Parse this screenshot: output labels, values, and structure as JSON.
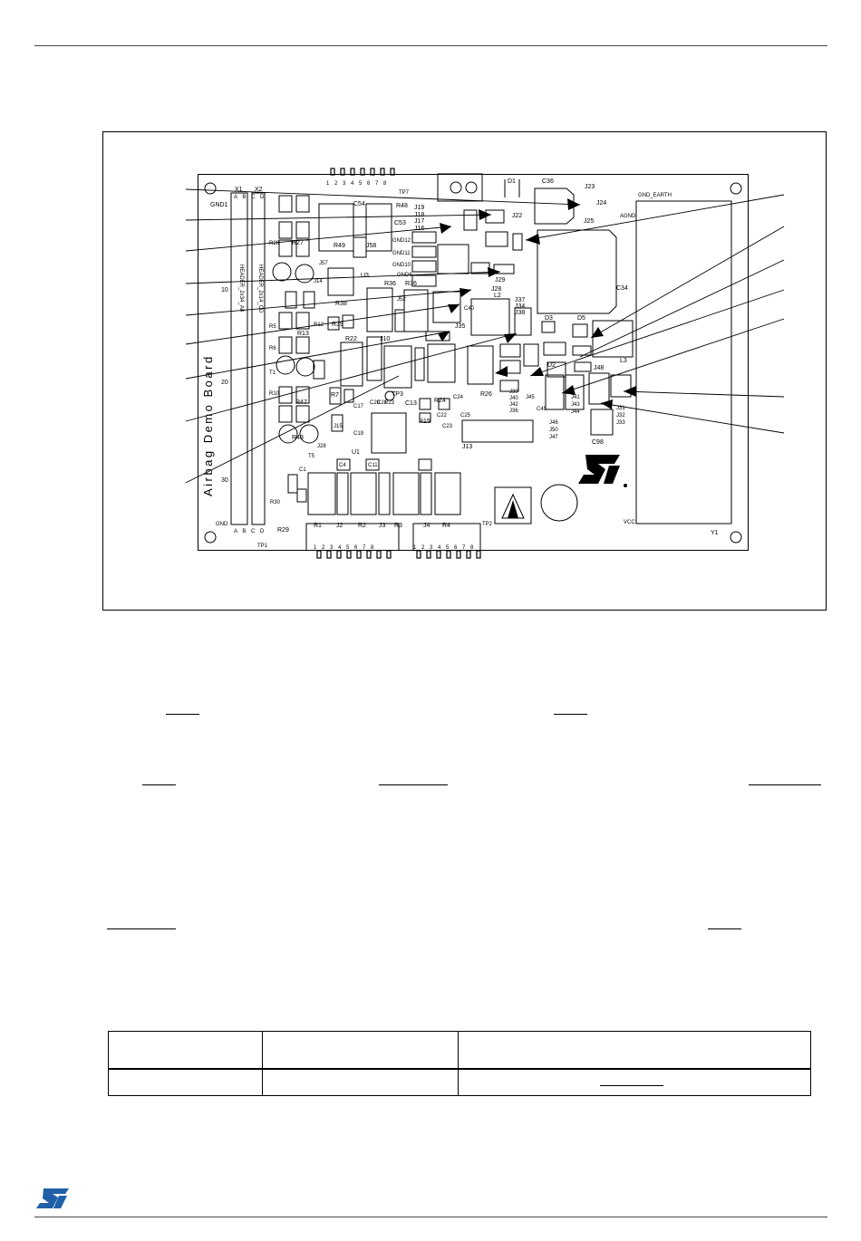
{
  "figure": {
    "board_title": "Airbag Demo Board",
    "labels": [
      {
        "id": "x1",
        "text": "X1"
      },
      {
        "id": "x2",
        "text": "X2"
      },
      {
        "id": "gnd1",
        "text": "GND1"
      },
      {
        "id": "d1",
        "text": "D1"
      },
      {
        "id": "c36",
        "text": "C36"
      },
      {
        "id": "j23",
        "text": "J23"
      },
      {
        "id": "j24",
        "text": "J24"
      },
      {
        "id": "j25",
        "text": "J25"
      },
      {
        "id": "gnd_earth",
        "text": "GND_EARTH"
      },
      {
        "id": "c54",
        "text": "C54"
      },
      {
        "id": "r48",
        "text": "R48"
      },
      {
        "id": "tp7",
        "text": "TP7"
      },
      {
        "id": "j22",
        "text": "J22"
      },
      {
        "id": "j19",
        "text": "J19"
      },
      {
        "id": "j18",
        "text": "J18"
      },
      {
        "id": "j17",
        "text": "J17"
      },
      {
        "id": "j16",
        "text": "J16"
      },
      {
        "id": "r49",
        "text": "R49"
      },
      {
        "id": "j58",
        "text": "J58"
      },
      {
        "id": "u3",
        "text": "U3"
      },
      {
        "id": "c53",
        "text": "C53"
      },
      {
        "id": "gnd12",
        "text": "GND12"
      },
      {
        "id": "gnd11",
        "text": "GND11"
      },
      {
        "id": "gnd10",
        "text": "GND10"
      },
      {
        "id": "gnd8",
        "text": "GND8"
      },
      {
        "id": "j29",
        "text": "J29"
      },
      {
        "id": "j28",
        "text": "J28"
      },
      {
        "id": "r36",
        "text": "R36"
      },
      {
        "id": "r35",
        "text": "R36"
      },
      {
        "id": "l2",
        "text": "L2"
      },
      {
        "id": "c34",
        "text": "C34"
      },
      {
        "id": "r38",
        "text": "R38"
      },
      {
        "id": "r39",
        "text": "R39"
      },
      {
        "id": "r12",
        "text": "R12"
      },
      {
        "id": "r13",
        "text": "R13"
      },
      {
        "id": "r22",
        "text": "R22"
      },
      {
        "id": "j10",
        "text": "J10"
      },
      {
        "id": "j52",
        "text": "J52"
      },
      {
        "id": "j35",
        "text": "J35"
      },
      {
        "id": "j37",
        "text": "J37"
      },
      {
        "id": "j34",
        "text": "J34"
      },
      {
        "id": "j38",
        "text": "J38"
      },
      {
        "id": "d3",
        "text": "D3"
      },
      {
        "id": "d5",
        "text": "D5"
      },
      {
        "id": "j48",
        "text": "J48"
      },
      {
        "id": "l3",
        "text": "L3"
      },
      {
        "id": "u2",
        "text": "U2"
      },
      {
        "id": "r26",
        "text": "R26"
      },
      {
        "id": "j39",
        "text": "J39"
      },
      {
        "id": "j40",
        "text": "J40"
      },
      {
        "id": "j42",
        "text": "J42"
      },
      {
        "id": "j36",
        "text": "J36"
      },
      {
        "id": "j45",
        "text": "J45"
      },
      {
        "id": "c45",
        "text": "C45"
      },
      {
        "id": "j46",
        "text": "J46"
      },
      {
        "id": "j50",
        "text": "J50"
      },
      {
        "id": "j47",
        "text": "J47"
      },
      {
        "id": "j41",
        "text": "J41"
      },
      {
        "id": "j43",
        "text": "J43"
      },
      {
        "id": "j44",
        "text": "J44"
      },
      {
        "id": "j31",
        "text": "J31"
      },
      {
        "id": "j32",
        "text": "J32"
      },
      {
        "id": "j33",
        "text": "J33"
      },
      {
        "id": "c98",
        "text": "C98"
      },
      {
        "id": "tp3",
        "text": "TP3"
      },
      {
        "id": "r24",
        "text": "R24"
      },
      {
        "id": "r15",
        "text": "R15"
      },
      {
        "id": "c25",
        "text": "C25"
      },
      {
        "id": "j13",
        "text": "J13"
      },
      {
        "id": "u1",
        "text": "U1"
      },
      {
        "id": "c11",
        "text": "C11"
      },
      {
        "id": "c4",
        "text": "C4"
      },
      {
        "id": "c1",
        "text": "C1"
      },
      {
        "id": "r1",
        "text": "R1"
      },
      {
        "id": "j2",
        "text": "J2"
      },
      {
        "id": "r2",
        "text": "R2"
      },
      {
        "id": "j3",
        "text": "J3"
      },
      {
        "id": "r3",
        "text": "R3"
      },
      {
        "id": "j4",
        "text": "J4"
      },
      {
        "id": "r4",
        "text": "R4"
      },
      {
        "id": "tp2",
        "text": "TP2"
      },
      {
        "id": "tp1",
        "text": "TP1"
      },
      {
        "id": "r29",
        "text": "R29"
      },
      {
        "id": "vcc",
        "text": "VCC"
      },
      {
        "id": "y1",
        "text": "Y1"
      },
      {
        "id": "agnd",
        "text": "AGND"
      },
      {
        "id": "gnd_b",
        "text": "GND"
      },
      {
        "id": "num20",
        "text": "20"
      },
      {
        "id": "num30",
        "text": "30"
      },
      {
        "id": "num10",
        "text": "10"
      },
      {
        "id": "r47",
        "text": "R47"
      },
      {
        "id": "r43",
        "text": "R43"
      },
      {
        "id": "r5",
        "text": "R5"
      },
      {
        "id": "r6",
        "text": "R6"
      },
      {
        "id": "t1",
        "text": "T1"
      },
      {
        "id": "t5",
        "text": "T5"
      },
      {
        "id": "j28b",
        "text": "J28"
      },
      {
        "id": "j15",
        "text": "J15"
      },
      {
        "id": "r7",
        "text": "R7"
      },
      {
        "id": "c17",
        "text": "C17"
      },
      {
        "id": "c19",
        "text": "C19"
      },
      {
        "id": "c13",
        "text": "C13"
      },
      {
        "id": "c22",
        "text": "C22"
      },
      {
        "id": "c23",
        "text": "C23"
      },
      {
        "id": "c24",
        "text": "C24"
      },
      {
        "id": "c20",
        "text": "C20"
      },
      {
        "id": "c21",
        "text": "C21"
      },
      {
        "id": "r23",
        "text": "R23"
      },
      {
        "id": "c40",
        "text": "C40"
      },
      {
        "id": "j14",
        "text": "J14"
      },
      {
        "id": "j57",
        "text": "J57"
      },
      {
        "id": "r27",
        "text": "R27"
      },
      {
        "id": "r28",
        "text": "R28"
      },
      {
        "id": "r30",
        "text": "R30"
      },
      {
        "id": "r10",
        "text": "R10"
      },
      {
        "id": "header1",
        "text": "HEADER_2x34_A8"
      },
      {
        "id": "header2",
        "text": "HEADER_2x14_CD"
      },
      {
        "id": "pins_top",
        "text": "1 2 3 4 5 6 7 8"
      },
      {
        "id": "pins_bl",
        "text": "1 2 3 4 5 6 7 8"
      },
      {
        "id": "pins_bc",
        "text": "1 2 3 4 5 6 7 8"
      },
      {
        "id": "abcd_bottom",
        "text": "A B C D"
      },
      {
        "id": "abcd_top",
        "text": "A B C D"
      }
    ]
  },
  "table": {
    "header": [
      "",
      "",
      ""
    ],
    "row": [
      "",
      "",
      ""
    ]
  }
}
